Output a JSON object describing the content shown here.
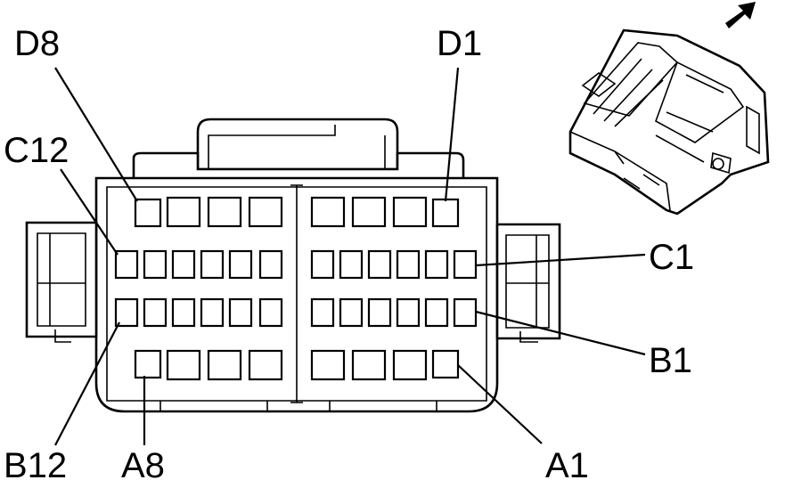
{
  "connector": {
    "rows": [
      {
        "row": "D",
        "pins": 8
      },
      {
        "row": "C",
        "pins": 12
      },
      {
        "row": "B",
        "pins": 12
      },
      {
        "row": "A",
        "pins": 8
      }
    ]
  },
  "labels": {
    "d8": "D8",
    "d1": "D1",
    "c12": "C12",
    "c1": "C1",
    "b1": "B1",
    "b12": "B12",
    "a8": "A8",
    "a1": "A1"
  },
  "view_arrow_icon": "direction-arrow-icon"
}
